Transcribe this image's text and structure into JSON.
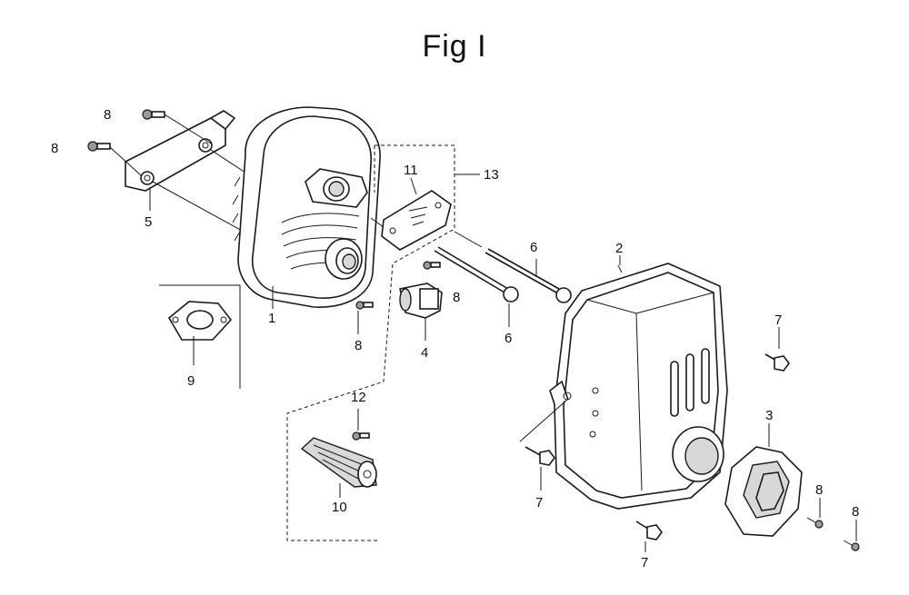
{
  "title": "Fig I",
  "callouts": {
    "bolt_top_left": "8",
    "bolt_left": "8",
    "bracket_hole": "5",
    "muffler_body": "1",
    "gasket": "9",
    "plate": "11",
    "plate_group": "13",
    "screw_mid": "8",
    "clamp": "4",
    "stud_upper": "6",
    "stud_lower": "6",
    "screw_left_low": "8",
    "screw_arrester": "12",
    "spark_arrester": "10",
    "protector": "2",
    "bolt_right_top": "7",
    "bolt_left_bottom": "7",
    "bolt_bottom": "7",
    "deflector": "3",
    "screw_right_a": "8",
    "screw_right_b": "8"
  }
}
